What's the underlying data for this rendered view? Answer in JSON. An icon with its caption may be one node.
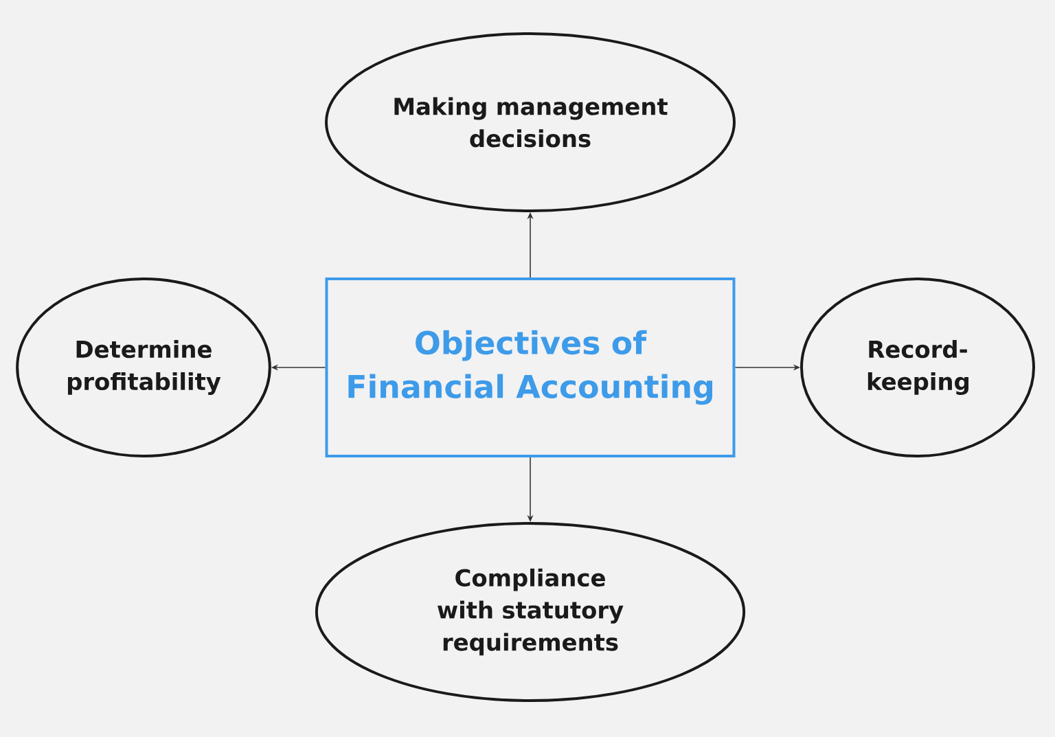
{
  "diagram": {
    "nodes": [
      {
        "text": [
          "Objectives of Financial Accounting"
        ]
      },
      {
        "text": [
          "Making management decisions"
        ]
      },
      {
        "text": [
          "Determine profitability"
        ]
      },
      {
        "text": [
          "Record-keeping"
        ]
      },
      {
        "text": [
          "Compliance with statutory requirements"
        ]
      }
    ],
    "edges": [
      {
        "from": 0,
        "to": 1,
        "arrow": "to"
      },
      {
        "from": 0,
        "to": 2,
        "arrow": "to"
      },
      {
        "from": 0,
        "to": 3,
        "arrow": "to"
      },
      {
        "from": 0,
        "to": 4,
        "arrow": "to"
      }
    ]
  }
}
